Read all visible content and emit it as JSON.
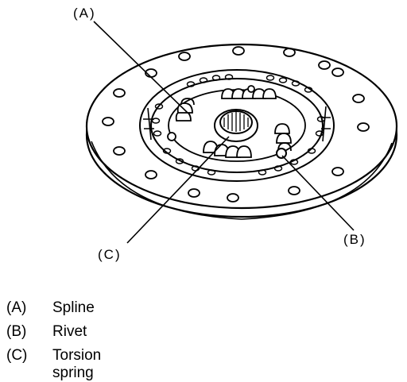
{
  "callouts": {
    "a": "(A)",
    "b": "(B)",
    "c": "(C)"
  },
  "legend": [
    {
      "key": "(A)",
      "text": "Spline"
    },
    {
      "key": "(B)",
      "text": "Rivet"
    },
    {
      "key": "(C)",
      "text": "Torsion spring"
    }
  ]
}
